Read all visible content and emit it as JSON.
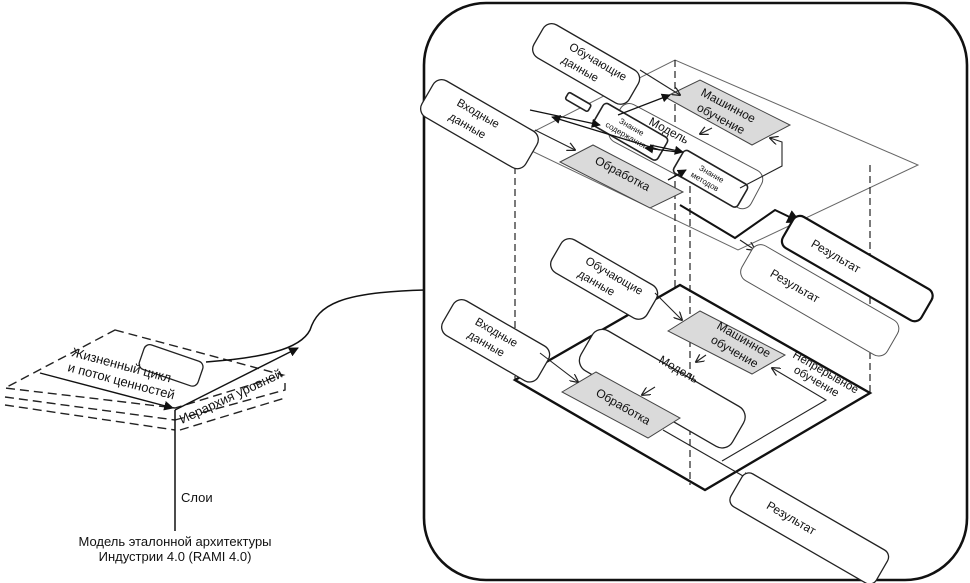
{
  "rami": {
    "axis_lifecycle": [
      "Жизненный цикл",
      "и поток ценностей"
    ],
    "axis_hierarchy": "Иерархия уровней",
    "axis_layers": "Слои",
    "caption": [
      "Модель эталонной архитектуры",
      "Индустрии 4.0 (RAMI 4.0)"
    ]
  },
  "upper_layer": {
    "training_data": [
      "Обучающие",
      "данные"
    ],
    "input_data": [
      "Входные",
      "данные"
    ],
    "machine_learning": [
      "Машинное",
      "обучение"
    ],
    "model": "Модель",
    "content_knowledge": [
      "Знание",
      "содержания"
    ],
    "method_knowledge": [
      "Знание",
      "методов"
    ],
    "processing": "Обработка",
    "result_primary": "Результат",
    "result_secondary": "Результат"
  },
  "lower_layer": {
    "training_data": [
      "Обучающие",
      "данные"
    ],
    "input_data": [
      "Входные",
      "данные"
    ],
    "machine_learning": [
      "Машинное",
      "обучение"
    ],
    "model": "Модель",
    "processing": "Обработка",
    "continuous_learning": [
      "Непрерывное",
      "обучение"
    ],
    "result": "Результат"
  }
}
